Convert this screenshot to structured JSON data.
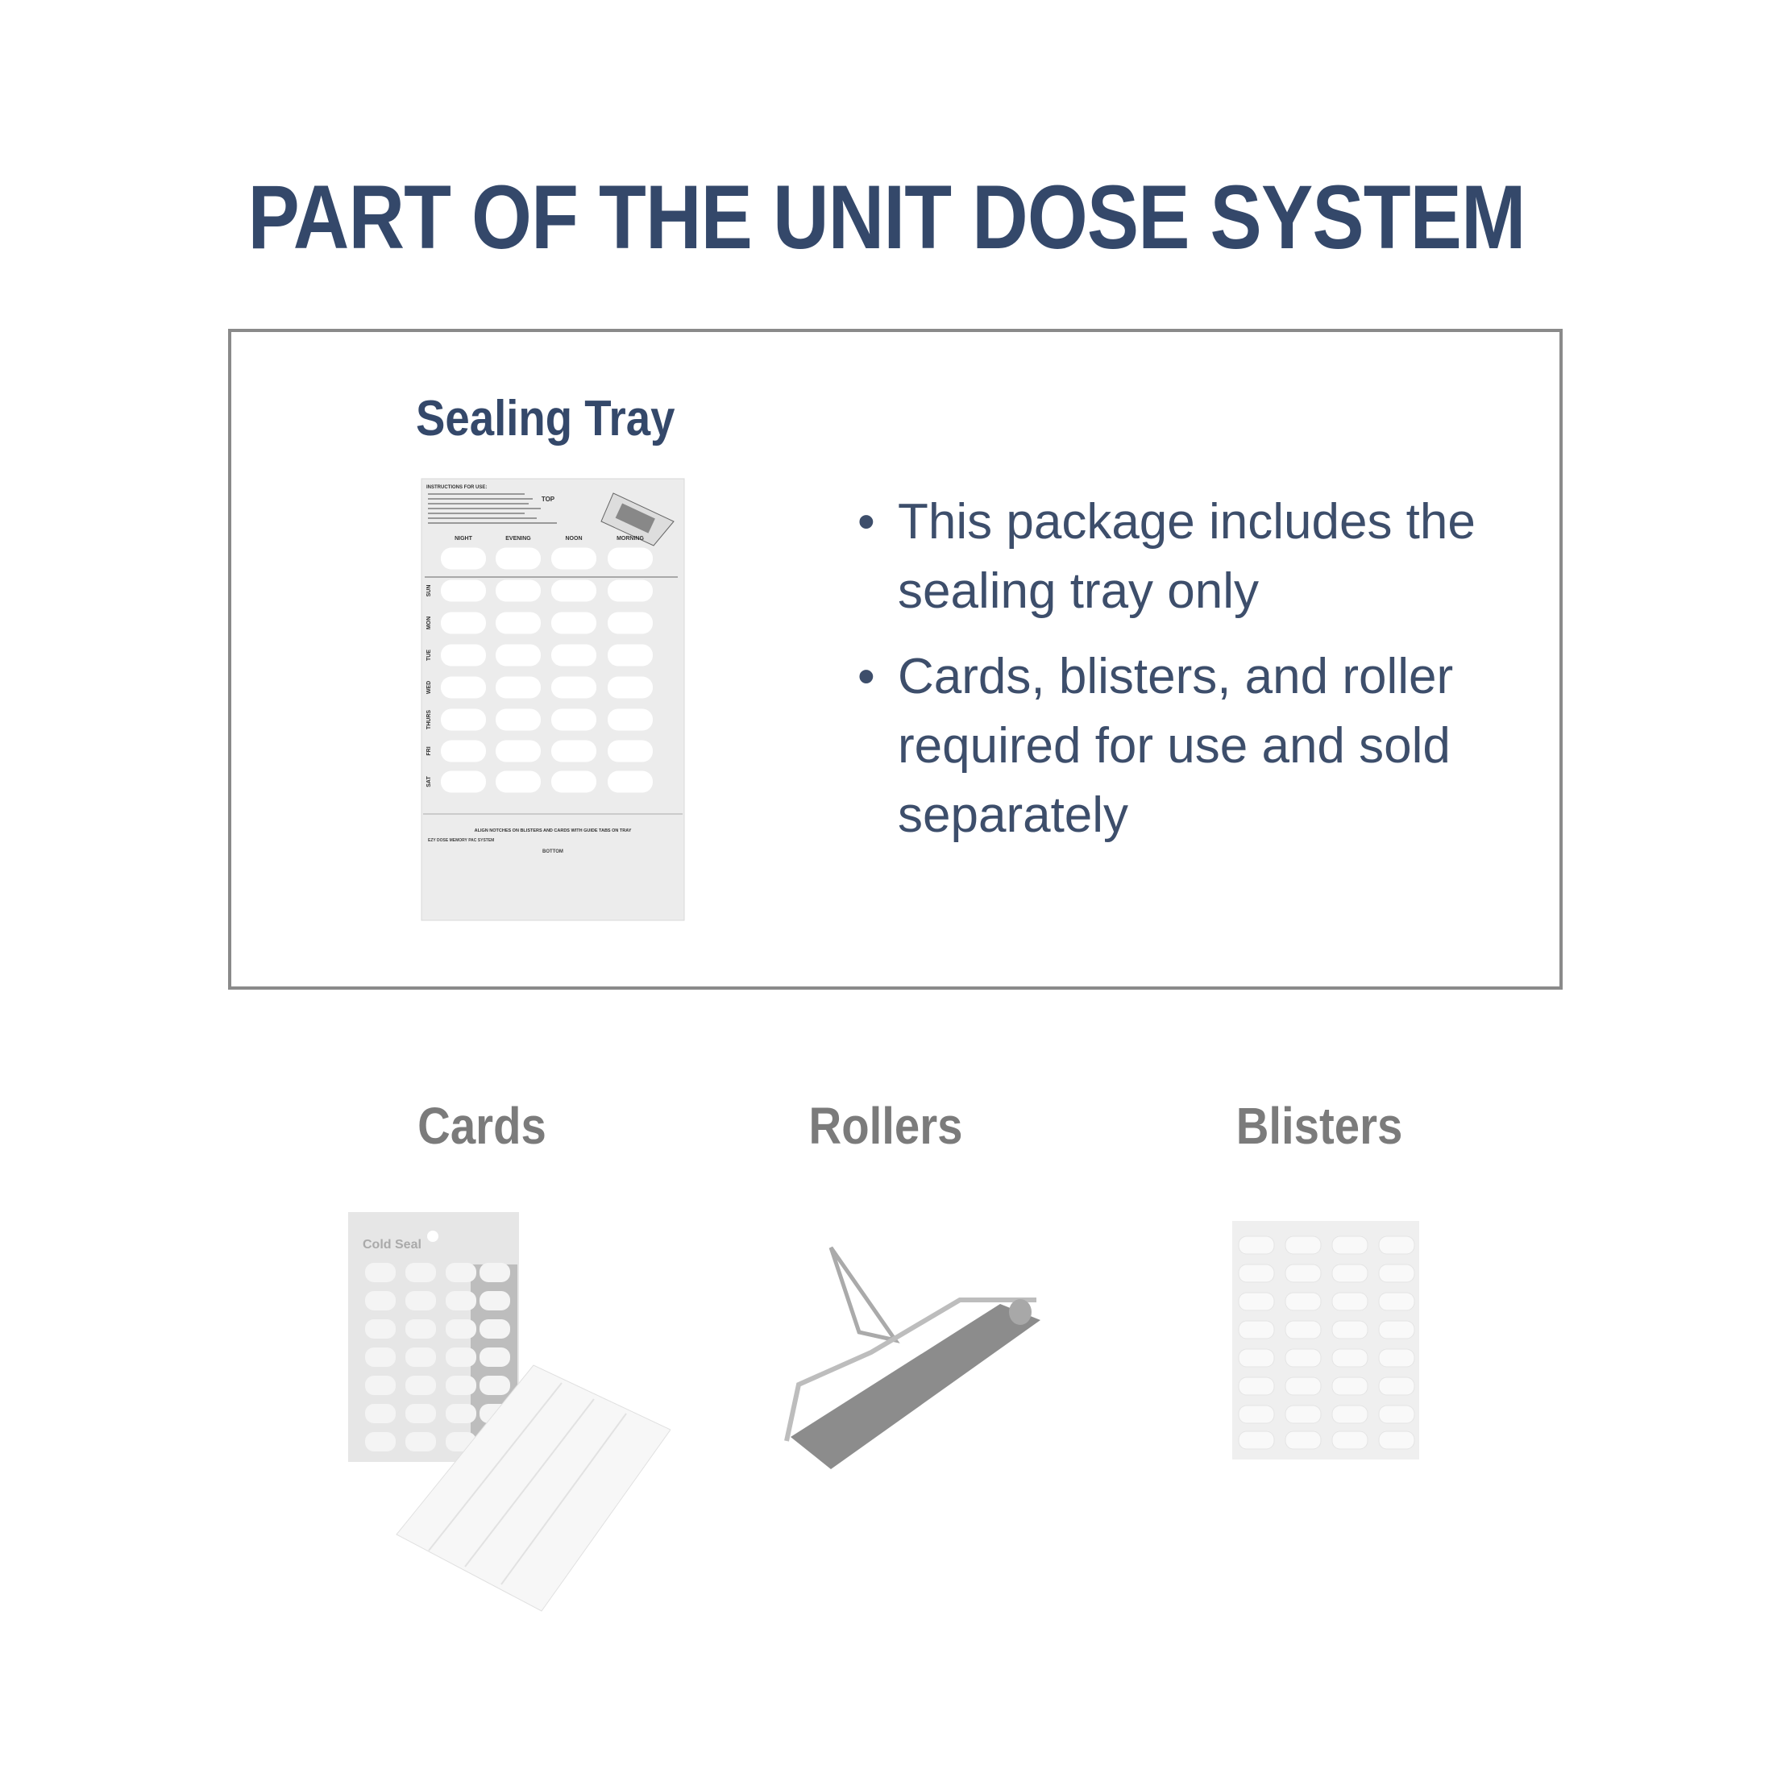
{
  "title": "PART OF THE UNIT DOSE SYSTEM",
  "included": {
    "label": "Sealing Tray",
    "bullets": [
      "This package includes the sealing tray only",
      "Cards, blisters, and roller required for use and sold separately"
    ],
    "tray": {
      "instructions_heading": "INSTRUCTIONS FOR USE:",
      "top": "TOP",
      "bottom": "BOTTOM",
      "columns": [
        "NIGHT",
        "EVENING",
        "NOON",
        "MORNING"
      ],
      "days": [
        "SUN",
        "MON",
        "TUE",
        "WED",
        "THURS",
        "FRI",
        "SAT"
      ],
      "align_note": "ALIGN NOTCHES ON BLISTERS AND CARDS WITH GUIDE TABS ON TRAY",
      "system_name": "EZY DOSE MEMORY PAC SYSTEM"
    }
  },
  "accessories": [
    {
      "label": "Cards",
      "product_text": "Cold Seal"
    },
    {
      "label": "Rollers"
    },
    {
      "label": "Blisters"
    }
  ],
  "colors": {
    "heading": "#34486a",
    "body": "#3d4e6b",
    "muted": "#7b7b7b",
    "border": "#8a8a8a"
  }
}
